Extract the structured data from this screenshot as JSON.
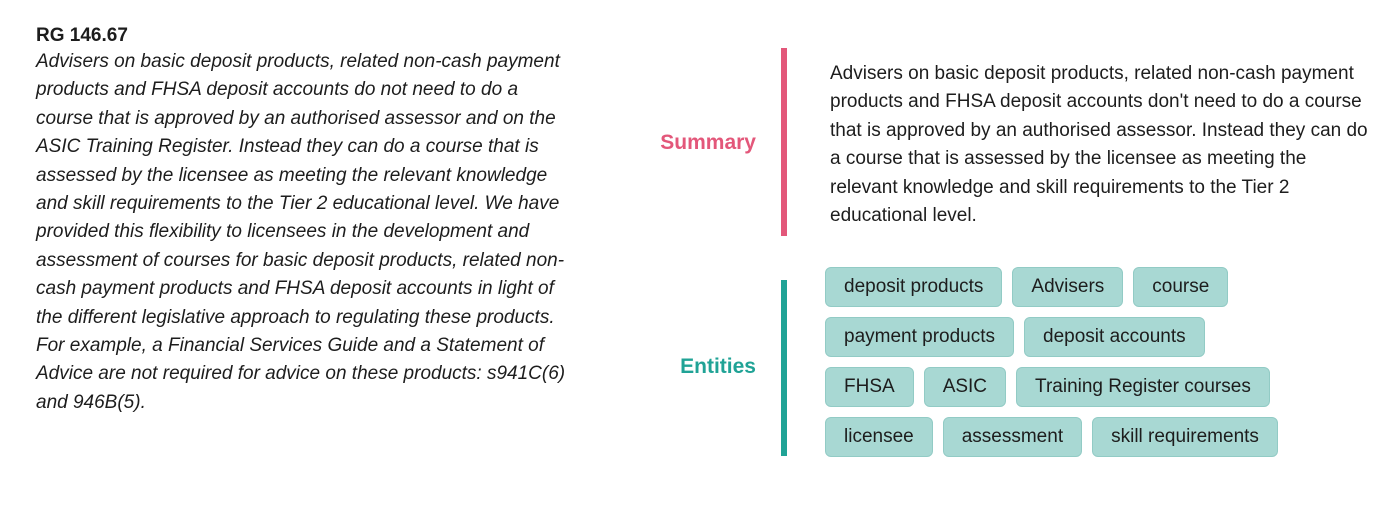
{
  "source": {
    "title": "RG 146.67",
    "text": "Advisers on basic deposit products, related non-cash payment products and FHSA deposit accounts do not need to do a course that is approved by an authorised assessor and on the ASIC Training Register. Instead they can do a course that is assessed by the licensee as meeting the relevant knowledge and skill requirements to the Tier 2 educational level. We have provided this flexibility to licensees in the development and assessment of courses for basic deposit products, related non-cash payment products and FHSA deposit accounts in light of the different legislative approach to regulating these products. For example, a Financial Services Guide and a Statement of Advice are not required for advice on these products: s941C(6) and 946B(5)."
  },
  "summary": {
    "label": "Summary",
    "text": "Advisers on basic deposit products, related non-cash payment products and FHSA deposit accounts don't need to do a course that is approved by an authorised assessor. Instead they can do a course that is assessed by the licensee as meeting the relevant knowledge and skill requirements to the Tier 2 educational level.",
    "accent_color": "#e3577a"
  },
  "entities": {
    "label": "Entities",
    "accent_color": "#20a396",
    "rows": [
      [
        "deposit products",
        "Advisers",
        "course"
      ],
      [
        "payment products",
        "deposit accounts"
      ],
      [
        "FHSA",
        "ASIC",
        "Training Register courses"
      ],
      [
        "licensee",
        "assessment",
        "skill requirements"
      ]
    ]
  }
}
